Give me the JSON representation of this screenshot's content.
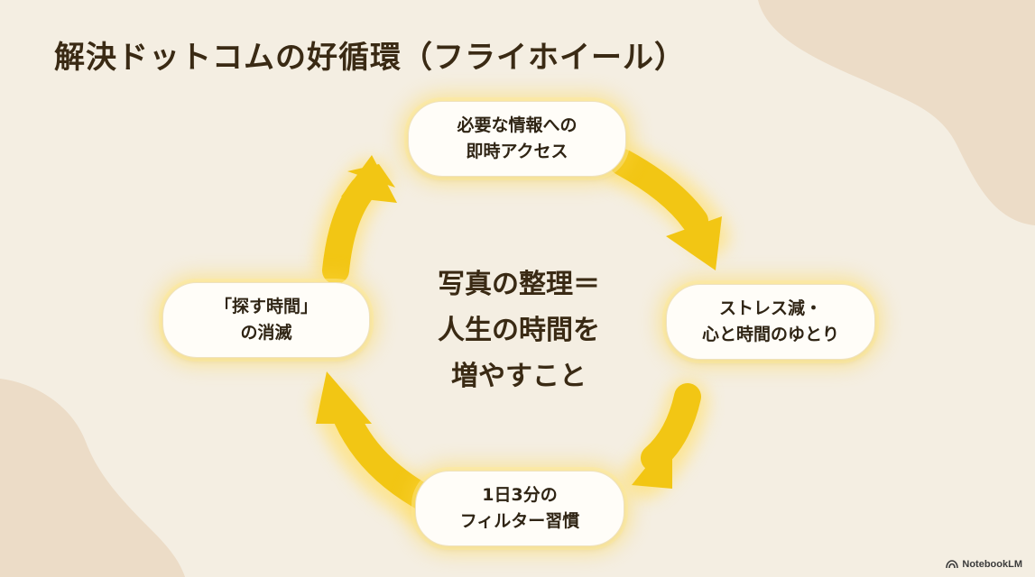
{
  "title": "解決ドットコムの好循環（フライホイール）",
  "center": {
    "lines": [
      "写真の整理＝",
      "人生の時間を",
      "増やすこと"
    ]
  },
  "nodes": {
    "top": {
      "lines": [
        "必要な情報への",
        "即時アクセス"
      ]
    },
    "right": {
      "lines": [
        "ストレス減・",
        "心と時間のゆとり"
      ]
    },
    "bottom": {
      "lines": [
        "1日3分の",
        "フィルター習慣"
      ]
    },
    "left": {
      "lines": [
        "「探す時間」",
        "の消滅"
      ]
    }
  },
  "brand": {
    "label": "NotebookLM",
    "icon": "notebooklm-logo-icon"
  },
  "colors": {
    "background": "#f4eee2",
    "blob": "#ecdcc7",
    "arrow": "#f2c614",
    "glow": "#ffe27a",
    "text": "#3a2a14"
  }
}
